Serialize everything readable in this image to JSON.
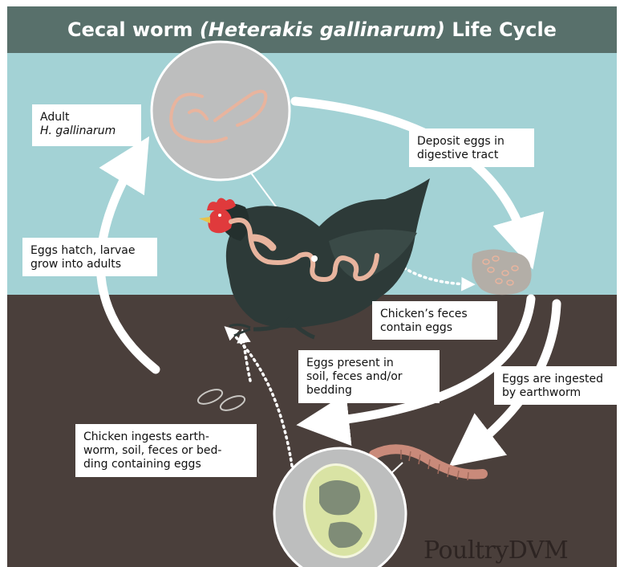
{
  "title": {
    "prefix": "Cecal worm",
    "species": "(Heterakis gallinarum)",
    "suffix": "Life Cycle"
  },
  "labels": {
    "adult": {
      "line1": "Adult",
      "line2": "H. gallinarum"
    },
    "deposit": {
      "line1": "Deposit eggs in",
      "line2": "digestive tract"
    },
    "hatch": {
      "line1": "Eggs hatch, larvae",
      "line2": "grow into adults"
    },
    "feces": {
      "line1": "Chicken’s feces",
      "line2": "contain eggs"
    },
    "soil": {
      "line1": "Eggs present in",
      "line2": "soil, feces and/or",
      "line3": "bedding"
    },
    "earthworm": {
      "line1": "Eggs are ingested",
      "line2": "by earthworm"
    },
    "ingests": {
      "line1": "Chicken ingests earth-",
      "line2": "worm, soil, feces or bed-",
      "line3": "ding containing eggs"
    }
  },
  "watermark": "PoultryDVM",
  "colors": {
    "title_bar": "#58706b",
    "sky": "#a3d2d5",
    "ground": "#4a3f3b",
    "arrow": "#ffffff",
    "worm": "#e8b49e",
    "chicken": "#2d3a38",
    "comb": "#e03a3c",
    "egg_fill": "#d9e3a4",
    "earthworm": "#c98a7a"
  }
}
